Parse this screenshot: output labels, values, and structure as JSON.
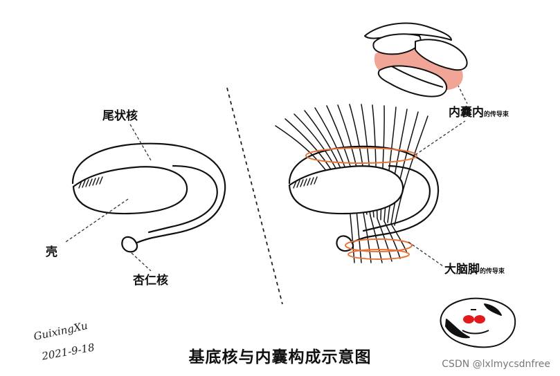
{
  "labels": {
    "caudate": "尾状核",
    "putamen": "壳",
    "amygdala": "杏仁核",
    "internal_capsule": "内囊内",
    "internal_capsule_suffix": "的传导束",
    "cerebral_peduncle": "大脑脚",
    "cerebral_peduncle_suffix": "的传导束"
  },
  "title": "基底核与内囊构成示意图",
  "signature": {
    "name": "GuixingXu",
    "date": "2021-9-18"
  },
  "watermark": "CSDN @lxlmycsdnfree",
  "colors": {
    "stroke": "#111111",
    "highlight_fill": "#f0a597",
    "ring": "#e8743a",
    "red": "#e11b1b"
  }
}
